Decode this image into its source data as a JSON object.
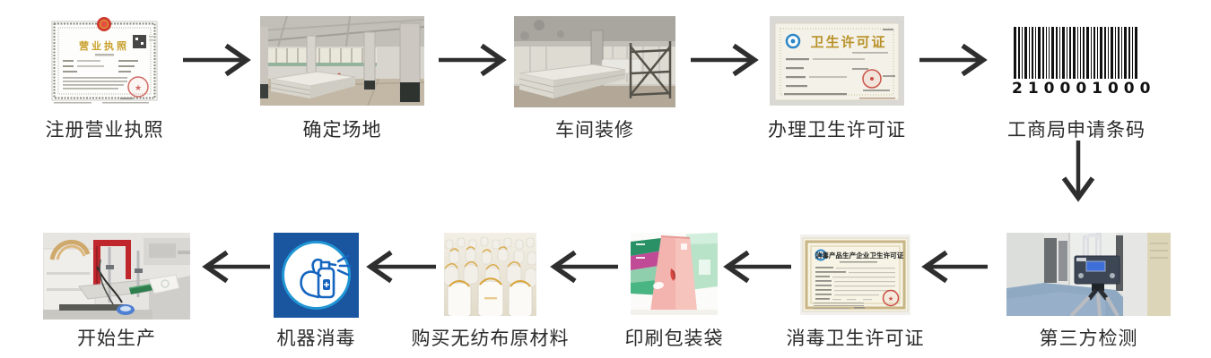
{
  "page": {
    "background": "#ffffff",
    "arrow_color": "#2e2e2e",
    "label_color": "#2b2b2b"
  },
  "steps": {
    "top": [
      {
        "label": "注册营业执照",
        "icon": "business-license-photo"
      },
      {
        "label": "确定场地",
        "icon": "factory-site-photo"
      },
      {
        "label": "车间装修",
        "icon": "workshop-renovation-photo"
      },
      {
        "label": "办理卫生许可证",
        "icon": "hygiene-license-photo"
      },
      {
        "label": "工商局申请条码",
        "icon": "barcode-image"
      }
    ],
    "bottom": [
      {
        "label": "开始生产",
        "icon": "production-machine-photo"
      },
      {
        "label": "机器消毒",
        "icon": "machine-disinfection-icon"
      },
      {
        "label": "购买无纺布原材料",
        "icon": "nonwoven-rolls-photo"
      },
      {
        "label": "印刷包装袋",
        "icon": "packaging-bags-photo"
      },
      {
        "label": "消毒卫生许可证",
        "icon": "disinfection-license-photo"
      },
      {
        "label": "第三方检测",
        "icon": "third-party-testing-photo"
      }
    ]
  },
  "artifacts": {
    "business_license_title": "营业执照",
    "hygiene_license_title": "卫生许可证",
    "disinfection_license_title": "消毒产品生产企业卫生许可证",
    "barcode_digits": "210001000"
  },
  "colors": {
    "disinfect_icon_bg": "#1a55a0",
    "disinfect_icon_ring": "#2196d4",
    "disinfect_icon_glyph": "#1565c0",
    "seal_red": "#c94f44",
    "gold_title": "#b8922a",
    "belt_green": "#2f7e4e",
    "bag_pink": "#f3b3ae",
    "floor_blue": "#8fa9c2"
  }
}
